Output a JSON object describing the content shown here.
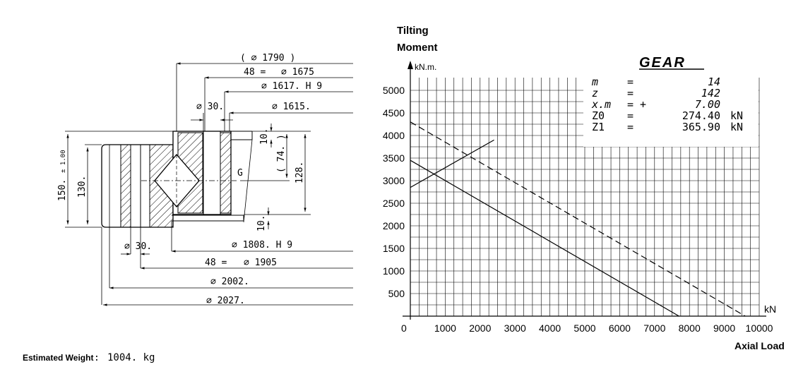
{
  "dimensions": {
    "outer_gear_dia": "( ∅ 1790 )",
    "bolt_circle_top": "48 =",
    "bolt_circle_top_value": "∅ 1675",
    "bore_top": "∅ 1617. H 9",
    "hole_dia_top": "∅ 30.",
    "inner_dia_top": "∅ 1615.",
    "gap_top": "10.",
    "offset_74": "( 74. )",
    "height_128": "128.",
    "height_150": "150.",
    "tolerance_150": "± 1.00",
    "height_130": "130.",
    "center_mark": "G",
    "gap_bottom": "10.",
    "hole_dia_bottom": "∅ 30.",
    "bore_bottom": "∅ 1808. H 9",
    "bolt_circle_bottom": "48 =",
    "bolt_circle_bottom_value": "∅ 1905",
    "dia_2002": "∅ 2002.",
    "dia_2027": "∅ 2027."
  },
  "weight": {
    "label": "Estimated Weight",
    "separator": ":",
    "value": "1004. kg"
  },
  "gear": {
    "title": "GEAR",
    "params": [
      {
        "symbol": "m",
        "eq": "=",
        "value": "14",
        "unit": ""
      },
      {
        "symbol": "z",
        "eq": "=",
        "value": "142",
        "unit": ""
      },
      {
        "symbol": "x.m",
        "eq": "= +",
        "value": "7.00",
        "unit": ""
      },
      {
        "symbol": "Z0",
        "eq": "=",
        "value": "274.40",
        "unit": "kN"
      },
      {
        "symbol": "Z1",
        "eq": "=",
        "value": "365.90",
        "unit": "kN"
      }
    ]
  },
  "chart_data": {
    "type": "line",
    "ylabel_line1": "Tilting",
    "ylabel_line2": "Moment",
    "yunit": "kN.m.",
    "xlabel": "Axial Load",
    "xunit": "kN",
    "x_ticks": [
      "0",
      "1000",
      "2000",
      "3000",
      "4000",
      "5000",
      "6000",
      "7000",
      "8000",
      "9000",
      "10000"
    ],
    "y_ticks": [
      "500",
      "1000",
      "1500",
      "2000",
      "2500",
      "3000",
      "3500",
      "4000",
      "4500",
      "5000"
    ],
    "xlim": [
      0,
      10000
    ],
    "ylim": [
      0,
      5000
    ],
    "grid": true,
    "series": [
      {
        "style": "solid",
        "points": [
          [
            0,
            3450
          ],
          [
            7700,
            0
          ]
        ]
      },
      {
        "style": "dashed",
        "points": [
          [
            0,
            4300
          ],
          [
            9600,
            0
          ]
        ]
      },
      {
        "style": "solid",
        "points": [
          [
            0,
            2850
          ],
          [
            2400,
            3900
          ]
        ]
      }
    ]
  }
}
